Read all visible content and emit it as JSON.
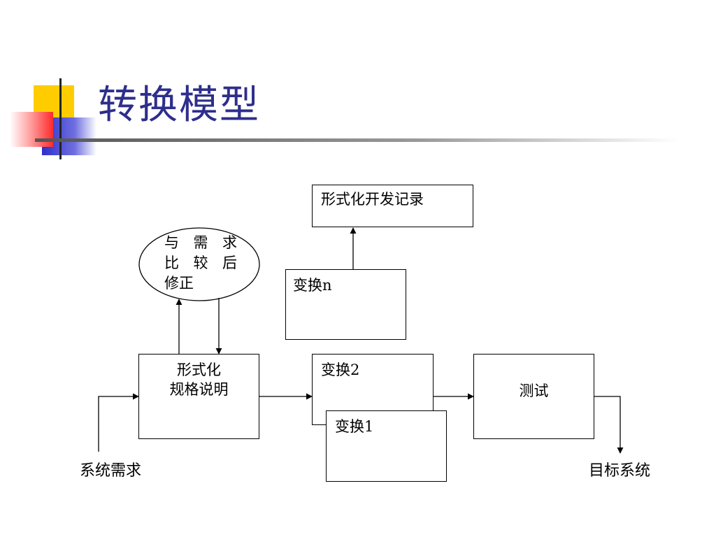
{
  "slide": {
    "title": "转换模型"
  },
  "diagram": {
    "dev_record": "形式化开发记录",
    "transform_n": "变换n",
    "oval": {
      "row1": [
        "与",
        "需",
        "求"
      ],
      "row2": [
        "比",
        "较",
        "后"
      ],
      "row3": "修正"
    },
    "formal_spec": {
      "line1": "形式化",
      "line2": "规格说明"
    },
    "transform_2": "变换2",
    "transform_1": "变换1",
    "test": "测试",
    "input_label": "系统需求",
    "output_label": "目标系统"
  },
  "colors": {
    "title": "#2e2e8c",
    "deco_yellow": "#ffcc00",
    "deco_blue": "#3333cc",
    "deco_red": "#ff3333"
  }
}
